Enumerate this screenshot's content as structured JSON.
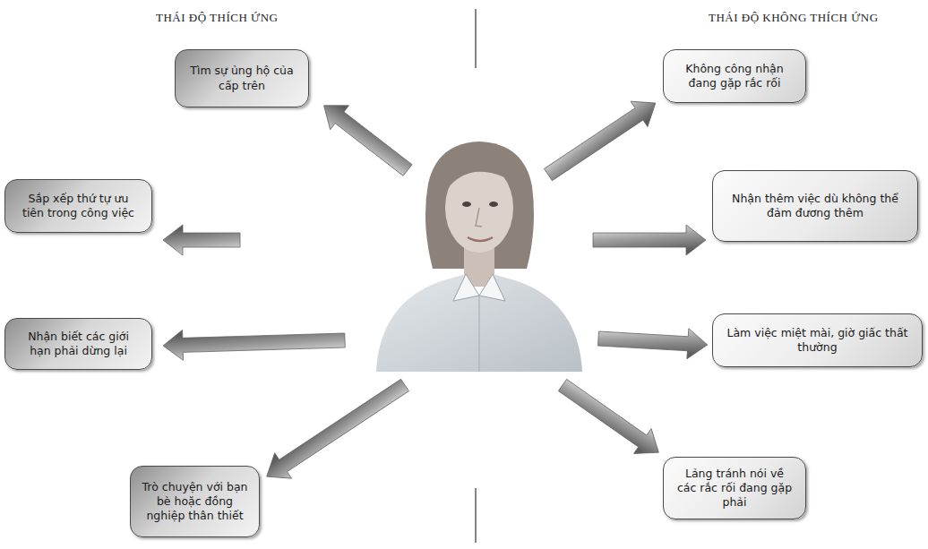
{
  "diagram": {
    "nodes": [
      {
        "text": [
          "Tìm sự ủng hộ của cấp trên"
        ]
      },
      {
        "text": [
          "Sắp xếp thứ tự ưu tiên trong công việc"
        ]
      },
      {
        "text": [
          "Nhận biết các giới hạn phải dừng lại"
        ]
      },
      {
        "text": [
          "Trò chuyện với bạn bè hoặc đồng nghiệp thân thiết"
        ]
      },
      {
        "text": [
          "Không công nhận đang gặp rắc rối"
        ]
      },
      {
        "text": [
          "Nhận thêm việc dù không thể đảm đương thêm"
        ]
      },
      {
        "text": [
          "Làm việc miệt mài, giờ giấc thất thường"
        ]
      },
      {
        "text": [
          "Lảng tránh nói về các rắc rối đang gặp phải"
        ]
      }
    ],
    "labels": [
      "THÁI ĐỘ THÍCH ỨNG",
      "THÁI ĐỘ KHÔNG THÍCH ỨNG"
    ]
  }
}
